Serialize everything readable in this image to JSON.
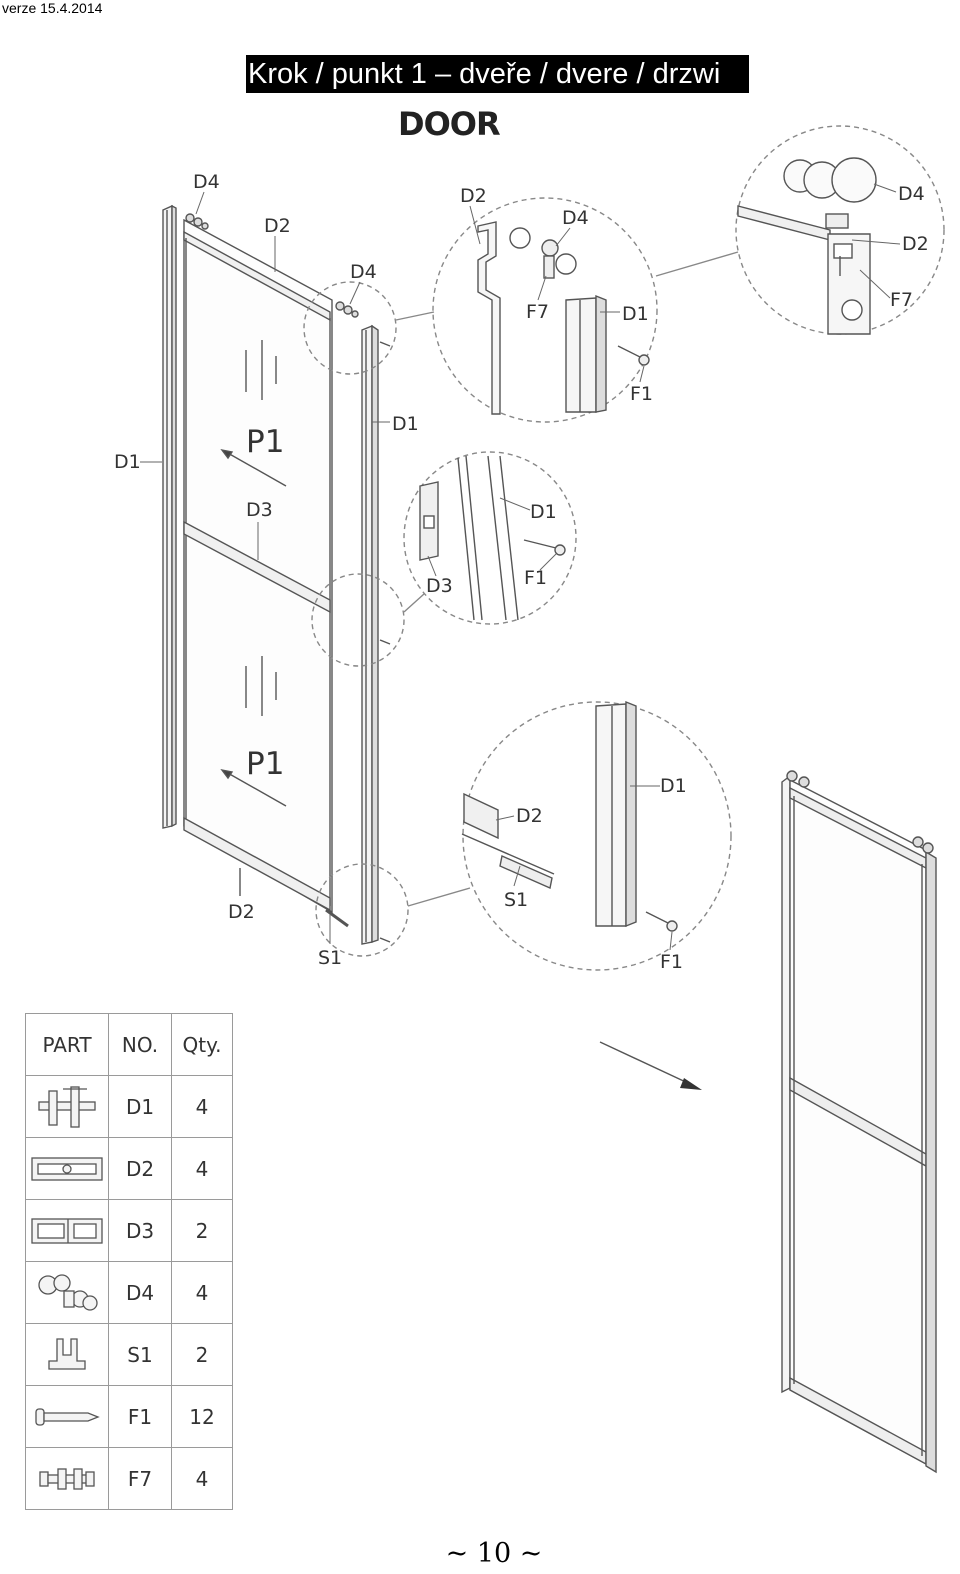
{
  "header": {
    "version": "verze 15.4.2014",
    "title": "Krok / punkt 1 – dveře / dvere / drzwi",
    "heading": "DOOR"
  },
  "drawing_labels": {
    "d4_top": "D4",
    "d2_top": "D2",
    "d4_mid": "D4",
    "d1_left": "D1",
    "d1_right": "D1",
    "p1_upper": "P1",
    "d3": "D3",
    "p1_lower": "P1",
    "d2_bottom": "D2",
    "s1": "S1",
    "detail1_d2": "D2",
    "detail1_d4": "D4",
    "detail1_f7": "F7",
    "detail1_d1": "D1",
    "detail1_f1": "F1",
    "detail2_d4": "D4",
    "detail2_d2": "D2",
    "detail2_f7": "F7",
    "detail3_d1": "D1",
    "detail3_f1": "F1",
    "detail3_d3": "D3",
    "detail4_d2": "D2",
    "detail4_d1": "D1",
    "detail4_s1": "S1",
    "detail4_f1": "F1"
  },
  "parts_table": {
    "headers": [
      "PART",
      "NO.",
      "Qty."
    ],
    "rows": [
      {
        "icon": "h-profile-icon",
        "no": "D1",
        "qty": "4"
      },
      {
        "icon": "rail-profile-icon",
        "no": "D2",
        "qty": "4"
      },
      {
        "icon": "middle-profile-icon",
        "no": "D3",
        "qty": "2"
      },
      {
        "icon": "roller-icon",
        "no": "D4",
        "qty": "4"
      },
      {
        "icon": "guide-icon",
        "no": "S1",
        "qty": "2"
      },
      {
        "icon": "screw-icon",
        "no": "F1",
        "qty": "12"
      },
      {
        "icon": "bolt-icon",
        "no": "F7",
        "qty": "4"
      }
    ]
  },
  "footer": {
    "page_number": "~ 10 ~"
  }
}
